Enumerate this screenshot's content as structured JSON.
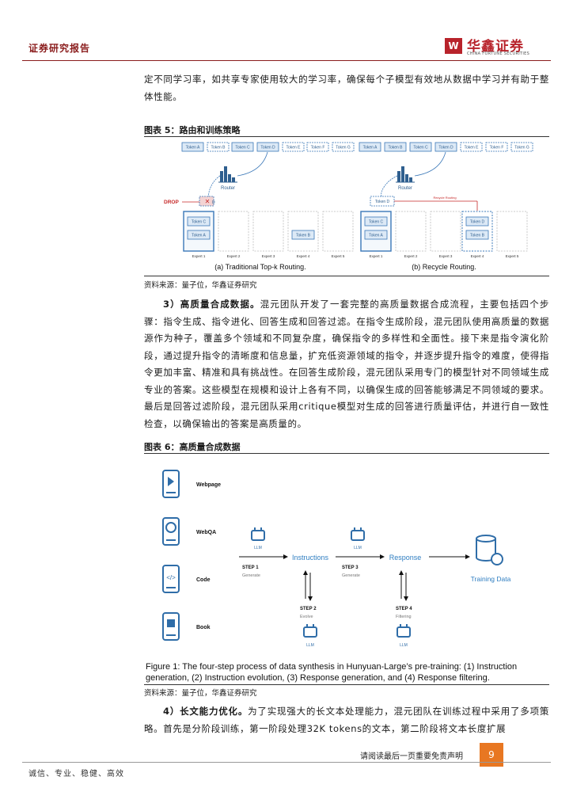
{
  "header": {
    "title": "证券研究报告",
    "logo_mark": "W",
    "logo_cn": "华鑫证券",
    "logo_en": "CHINA FORTUNE SECURITIES"
  },
  "intro_paragraph": "定不同学习率，如共享专家使用较大的学习率，确保每个子模型有效地从数据中学习并有助于整体性能。",
  "figure5": {
    "caption": "图表 5：路由和训练策略",
    "source": "资料来源：量子位，华鑫证券研究",
    "left": {
      "tokens": [
        "Token A",
        "Token B",
        "Token C",
        "Token D",
        "Token E",
        "Token F",
        "Token G"
      ],
      "router": "Router",
      "drop": "DROP",
      "dropped_token": "D",
      "expert_tokens": {
        "e1": [
          "Token C",
          "Token A"
        ],
        "e4": [
          "Token B"
        ]
      },
      "experts": [
        "Expert 1",
        "Expert 2",
        "Expert 3",
        "Expert 4",
        "Expert 5"
      ],
      "title": "(a) Traditional Top-k Routing."
    },
    "right": {
      "tokens": [
        "Token A",
        "Token B",
        "Token C",
        "Token D",
        "Token E",
        "Token F",
        "Token G"
      ],
      "router": "Router",
      "recycled_token": "Token D",
      "recycle_label": "Recycle Routing",
      "expert_tokens": {
        "e1": [
          "Token C",
          "Token A"
        ],
        "e4": [
          "Token D",
          "Token B"
        ]
      },
      "experts": [
        "Expert 1",
        "Expert 2",
        "Expert 3",
        "Expert 4",
        "Expert 5"
      ],
      "title": "(b) Recycle Routing."
    }
  },
  "section3": {
    "heading": "3）高质量合成数据。",
    "text": "混元团队开发了一套完整的高质量数据合成流程，主要包括四个步骤：指令生成、指令进化、回答生成和回答过滤。在指令生成阶段，混元团队使用高质量的数据源作为种子，覆盖多个领域和不同复杂度，确保指令的多样性和全面性。接下来是指令演化阶段，通过提升指令的清晰度和信息量，扩充低资源领域的指令，并逐步提升指令的难度，使得指令更加丰富、精准和具有挑战性。在回答生成阶段，混元团队采用专门的模型针对不同领域生成专业的答案。这些模型在规模和设计上各有不同，以确保生成的回答能够满足不同领域的要求。最后是回答过滤阶段，混元团队采用critique模型对生成的回答进行质量评估，并进行自一致性检查，以确保输出的答案是高质量的。"
  },
  "figure6": {
    "caption": "图表 6：高质量合成数据",
    "source": "资料来源：量子位，华鑫证券研究",
    "sources": [
      "Webpage",
      "WebQA",
      "Code",
      "Book"
    ],
    "llm": "LLM",
    "instructions": "Instructions",
    "response": "Response",
    "training": "Training Data",
    "step1": "STEP 1",
    "step1_sub": "Generate",
    "step2": "STEP 2",
    "step2_sub": "Evolve",
    "step3": "STEP 3",
    "step3_sub": "Generate",
    "step4": "STEP 4",
    "step4_sub": "Filtering",
    "fig_caption_line1": "Figure 1: The four-step process of data synthesis in Hunyuan-Large’s pre-training: (1) Instruction",
    "fig_caption_line2": "generation, (2) Instruction evolution, (3) Response generation, and (4) Response filtering."
  },
  "section4": {
    "heading": "4）长文能力优化。",
    "text": "为了实现强大的长文本处理能力，混元团队在训练过程中采用了多项策略。首先是分阶段训练，第一阶段处理32K tokens的文本，第二阶段将文本长度扩展"
  },
  "footer": {
    "left": "诚信、专业、稳健、高效",
    "right": "请阅读最后一页重要免责声明",
    "page": "9"
  },
  "colors": {
    "brand_red": "#b8232b",
    "accent_blue": "#2f7ec1",
    "page_orange": "#e87722"
  }
}
